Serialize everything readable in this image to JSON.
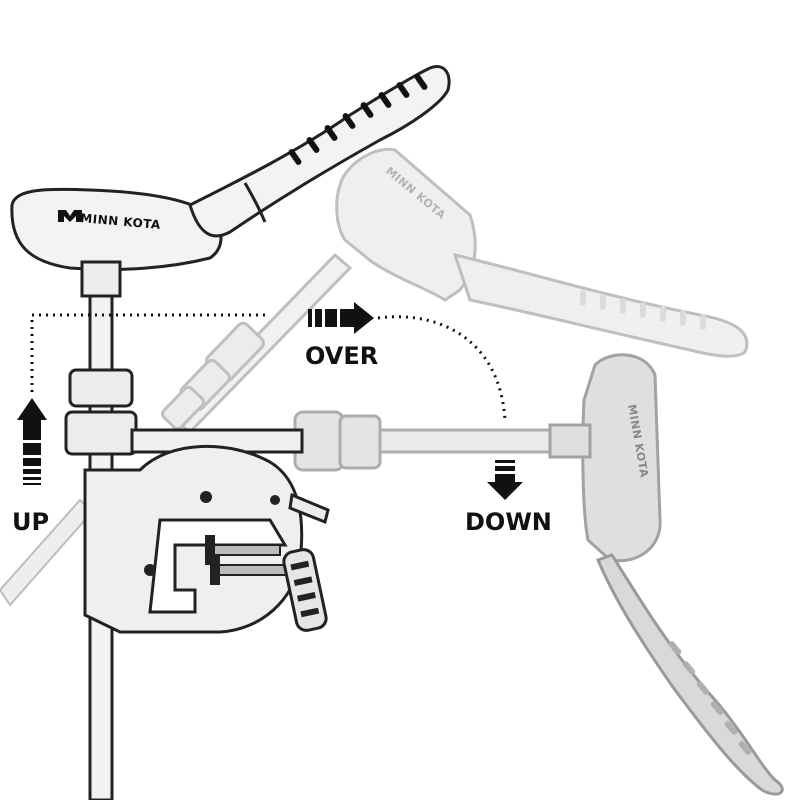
{
  "labels": {
    "up": "UP",
    "over": "OVER",
    "down": "DOWN"
  },
  "brand": {
    "text": "MINN KOTA"
  },
  "colors": {
    "ink": "#111111",
    "ghost_fill": "#d9d9d9",
    "ghost_stroke": "#9a9a9a",
    "part_fill": "#ececec",
    "arrow": "#111111"
  },
  "icons": {
    "up_arrow": "arrow-up-icon",
    "over_arrow": "arrow-right-icon",
    "down_arrow": "arrow-down-icon"
  }
}
